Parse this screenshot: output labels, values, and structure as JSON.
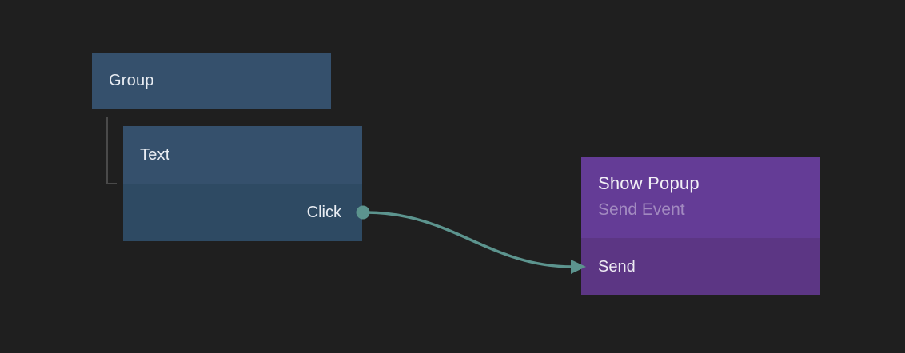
{
  "canvas": {
    "background_color": "#1F1F1F",
    "tree_line_color": "#4A4A4A"
  },
  "nodes": {
    "group": {
      "title": "Group",
      "color": "#35506C"
    },
    "text": {
      "title": "Text",
      "header_color": "#35506C",
      "ports_color": "#2E4A63",
      "output_port": {
        "label": "Click"
      }
    },
    "show_popup": {
      "title": "Show Popup",
      "subtitle": "Send Event",
      "header_color": "#643C96",
      "ports_color": "#5C3684",
      "input_port": {
        "label": "Send"
      }
    }
  },
  "connection": {
    "from_node": "Text",
    "from_port": "Click",
    "to_node": "Show Popup",
    "to_port": "Send",
    "color": "#5C948E"
  }
}
